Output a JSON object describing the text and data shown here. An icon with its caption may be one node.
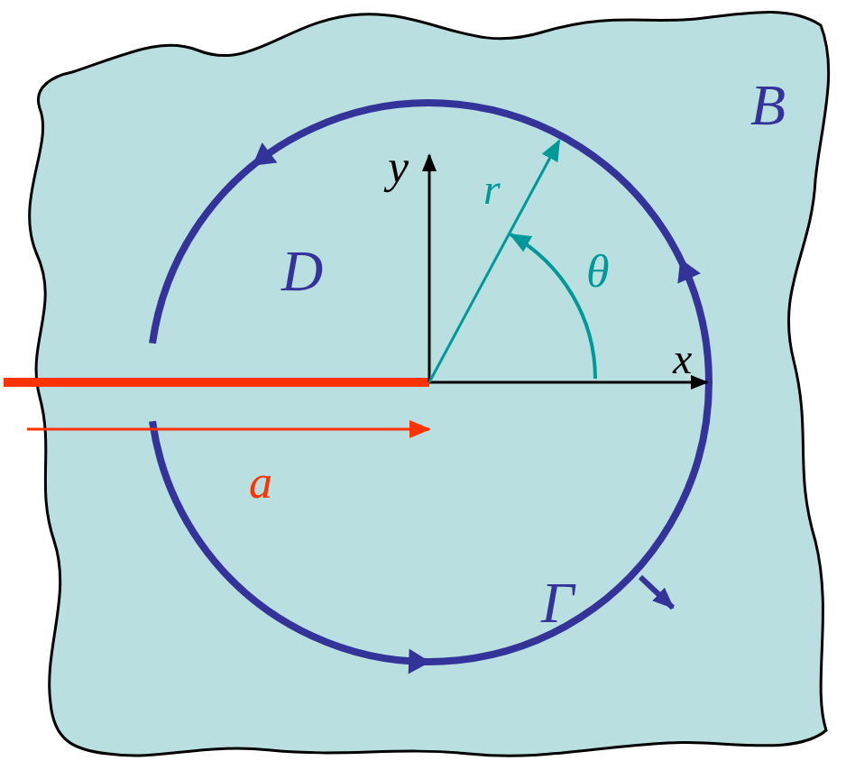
{
  "diagram": {
    "labels": [
      "B",
      "D",
      "y",
      "r",
      "θ",
      "x",
      "a",
      "Γ"
    ]
  }
}
